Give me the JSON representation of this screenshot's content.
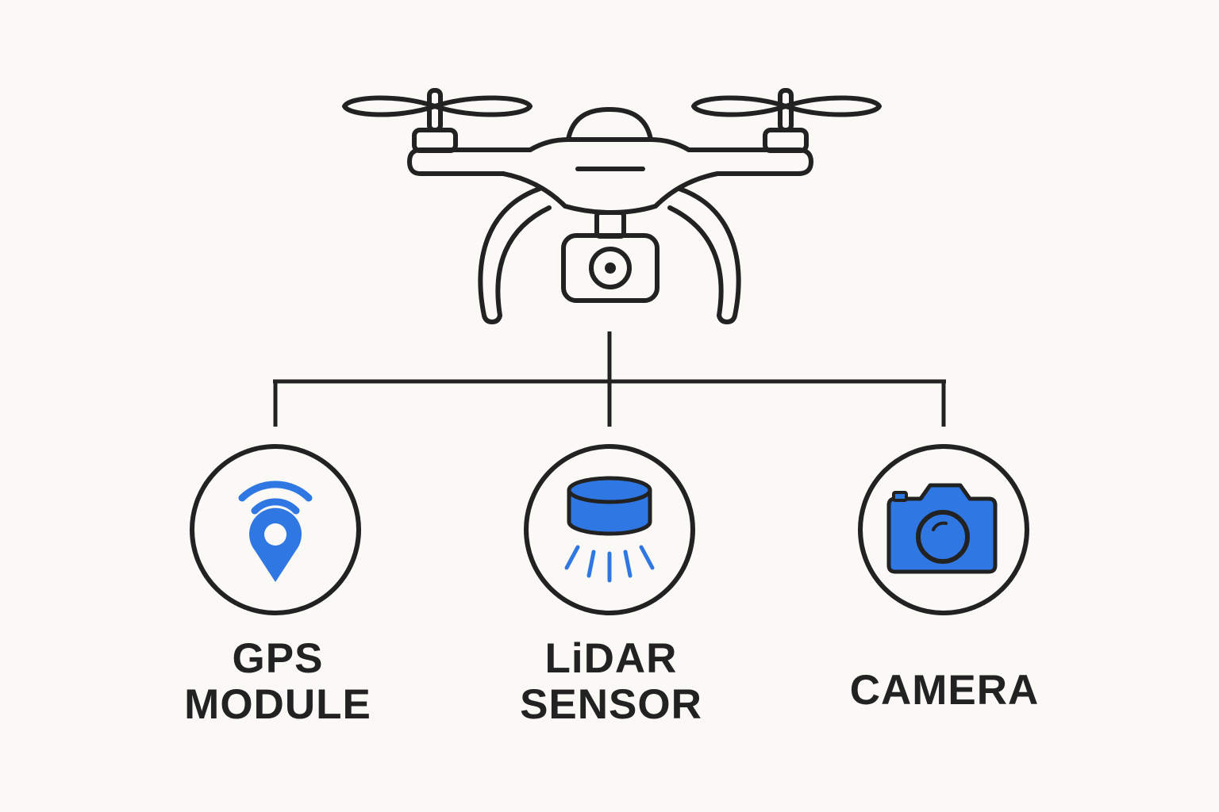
{
  "nodes": [
    {
      "id": "gps",
      "lines": [
        "GPS",
        "MODULE"
      ],
      "icon": "gps-pin-icon"
    },
    {
      "id": "lidar",
      "lines": [
        "LiDAR",
        "SENSOR"
      ],
      "icon": "lidar-sensor-icon"
    },
    {
      "id": "camera",
      "lines": [
        "CAMERA"
      ],
      "icon": "camera-icon"
    }
  ],
  "root": {
    "icon": "drone-icon"
  },
  "colors": {
    "ink": "#222222",
    "accent": "#2f78e4",
    "background": "#fbf9f5"
  }
}
